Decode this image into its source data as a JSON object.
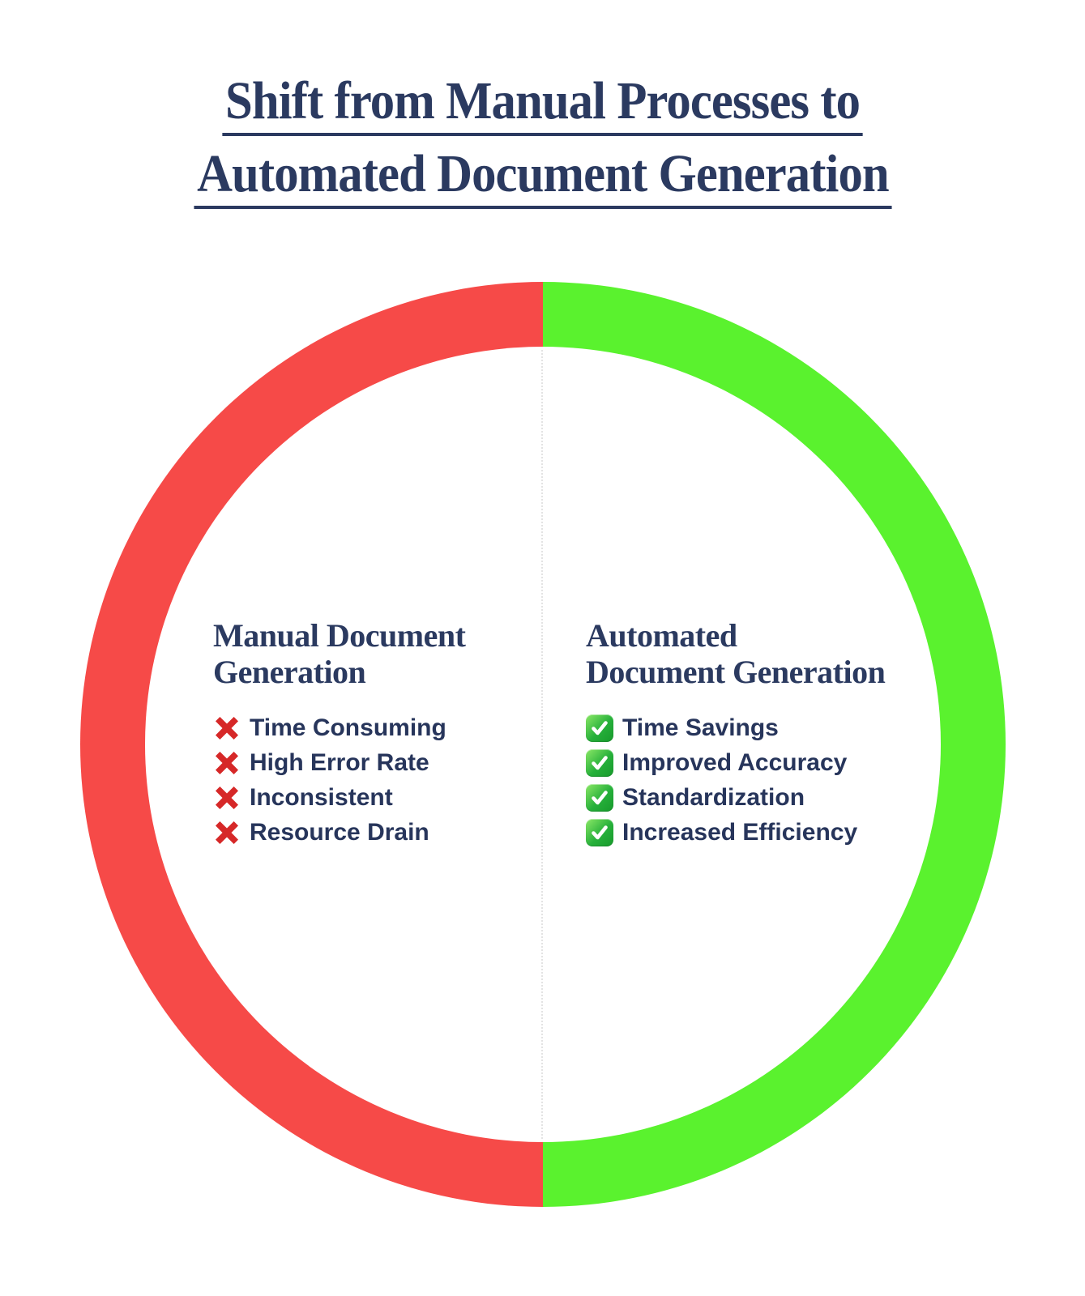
{
  "title": {
    "line1": "Shift from Manual Processes to",
    "line2": "Automated Document Generation"
  },
  "left_panel": {
    "heading_line1": "Manual Document",
    "heading_line2": "Generation",
    "items": [
      "Time Consuming",
      "High Error Rate",
      "Inconsistent",
      "Resource Drain"
    ]
  },
  "right_panel": {
    "heading_line1": "Automated",
    "heading_line2": "Document Generation",
    "items": [
      "Time Savings",
      "Improved Accuracy",
      "Standardization",
      "Increased Efficiency"
    ]
  },
  "icons": {
    "left_item_icon": "cross-mark-icon",
    "right_item_icon": "check-mark-icon"
  },
  "colors": {
    "title_text": "#2B3A60",
    "item_text": "#27355B",
    "ring_red": "#F64A48",
    "ring_green": "#5AF22E",
    "cross_red": "#D62828",
    "check_green": "#26B03A",
    "divider": "#E3E3E3"
  }
}
